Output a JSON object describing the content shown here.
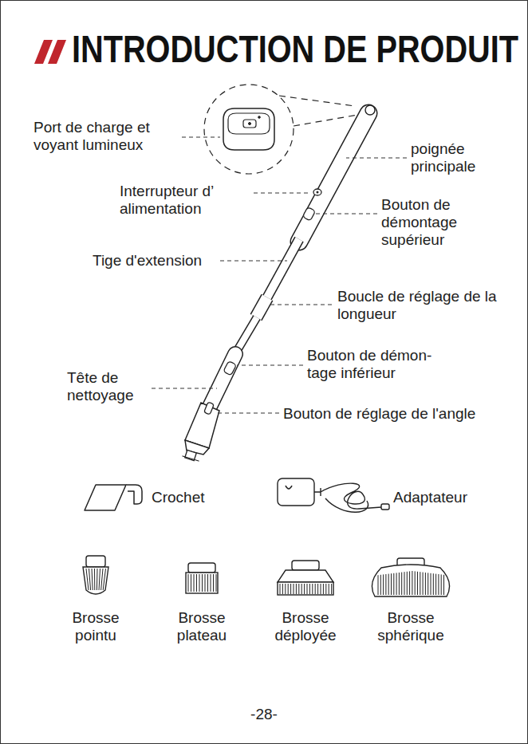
{
  "diagram": {
    "title": "INTRODUCTION DE PRODUIT",
    "labels": [
      "Port de charge et voyant lumineux",
      "poignée principale",
      "Interrupteur d’ alimentation",
      "Bouton de démontage supérieur",
      "Tige d'extension",
      "Boucle de réglage de la longueur",
      "Bouton de démon-tage inférieur",
      "Tête de nettoyage",
      "Bouton de réglage de l'angle",
      "Crochet",
      "Adaptateur",
      "Brosse pointu",
      "Brosse plateau",
      "Brosse déployée",
      "Brosse sphérique",
      "-28-"
    ]
  }
}
